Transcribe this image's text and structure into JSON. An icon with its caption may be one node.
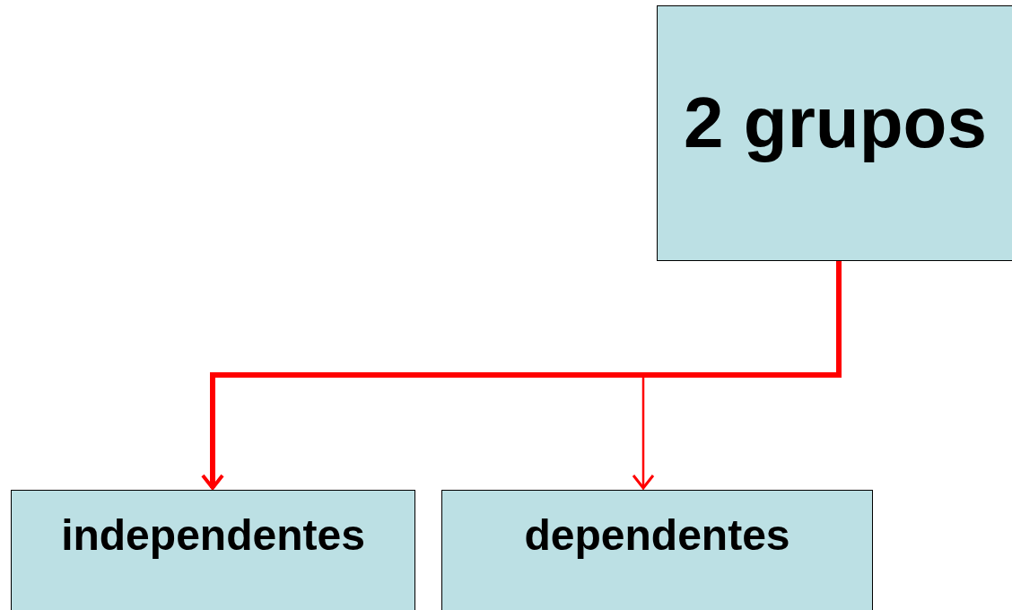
{
  "diagram": {
    "nodes": [
      {
        "text": [
          "2 grupos"
        ]
      },
      {
        "text": [
          "independentes"
        ]
      },
      {
        "text": [
          "dependentes"
        ]
      }
    ],
    "edges": [
      {
        "from": 0,
        "to": 1,
        "arrow": "to",
        "style": "thick"
      },
      {
        "from": 0,
        "to": 2,
        "arrow": "to"
      }
    ]
  }
}
